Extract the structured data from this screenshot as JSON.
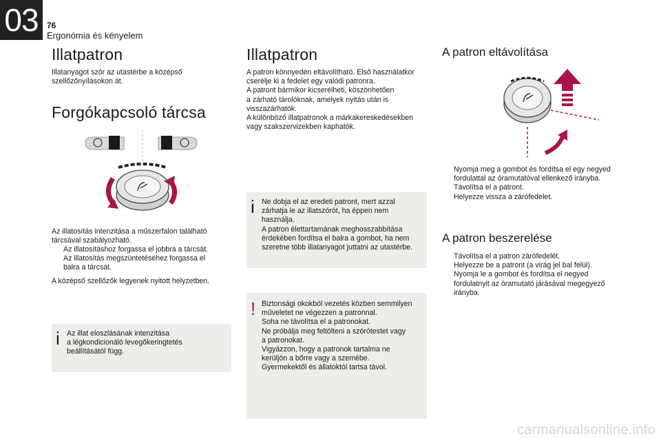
{
  "header": {
    "chapter": "03",
    "page_number": "76",
    "section": "Ergonómia és kényelem"
  },
  "col1": {
    "title": "Illatpatron",
    "intro": "Illatanyagot szór az utastérbe a középső\nszellőzőnyílásokon át.",
    "subtitle": "Forgókapcsoló tárcsa",
    "text": "Az illatosítás intenzitása a műszerfalon található\ntárcsával szabályozható.",
    "bullets": [
      "Az illatosításhoz forgassa el jobbra a tárcsát.",
      "Az illatosítás megszüntetéséhez forgassa el\nbalra a tárcsát."
    ],
    "outro": "A középső szellőzők legyenek nyitott helyzetben.",
    "note": "Az illat eloszlásának intenzitása\na légkondicionáló levegőkeringtetés\nbeállításától függ."
  },
  "col2": {
    "title": "Illatpatron",
    "text": "A patron könnyedén eltávolítható. Első használatkor\ncserélje ki a fedelet egy valódi patronra.\nA patront bármikor kicserélheti, köszönhetően\na zárható tárolóknak, amelyek nyitás után is\nvisszazárhatók.\nA különböző illatpatronok a márkakereskedésekben\nvagy szakszervizekben kaphatók.",
    "info_note": "Ne dobja el az eredeti patront, mert azzal\nzárhatja le az illatszórót, ha éppen nem\nhasználja.\nA patron élettartamának meghosszabbítása\nérdekében fordítsa el balra a gombot, ha nem\nszeretne több illatanyagot juttatni az utastérbe.",
    "warning_note": "Biztonsági okokból vezetés közben semmilyen\nműveletet ne végezzen a patronnal.\nSoha ne távolítsa el a patronokat.\nNe próbálja meg feltölteni a szórótestet vagy\na patronokat.\nVigyázzon, hogy a patronok tartalma ne\nkerüljön a bőrre vagy a szemébe.\nGyermekektől és állatoktól tartsa távol."
  },
  "col3": {
    "removal_title": "A patron eltávolítása",
    "removal_bullets": [
      "Nyomja meg a gombot és fordítsa el egy negyed\nfordulattal az óramutatóval ellenkező irányba.",
      "Távolítsa el a patront.",
      "Helyezze vissza a zárófedelet."
    ],
    "install_title": "A patron beszerelése",
    "install_bullets": [
      "Távolítsa el a patron zárófedelét.",
      "Helyezze be a patront (a virág jel bal felül).",
      "Nyomja le a gombot és fordítsa el negyed\nfordulatnyit az óramutató járásával megegyező\nirányba."
    ]
  },
  "glyphs": {
    "bullet": "",
    "info": "i",
    "warning": "!"
  },
  "colors": {
    "accent": "#a8154a",
    "note_bg": "#efede9",
    "chapter_bg": "#222222"
  },
  "watermark": "carmanualsonline.info"
}
